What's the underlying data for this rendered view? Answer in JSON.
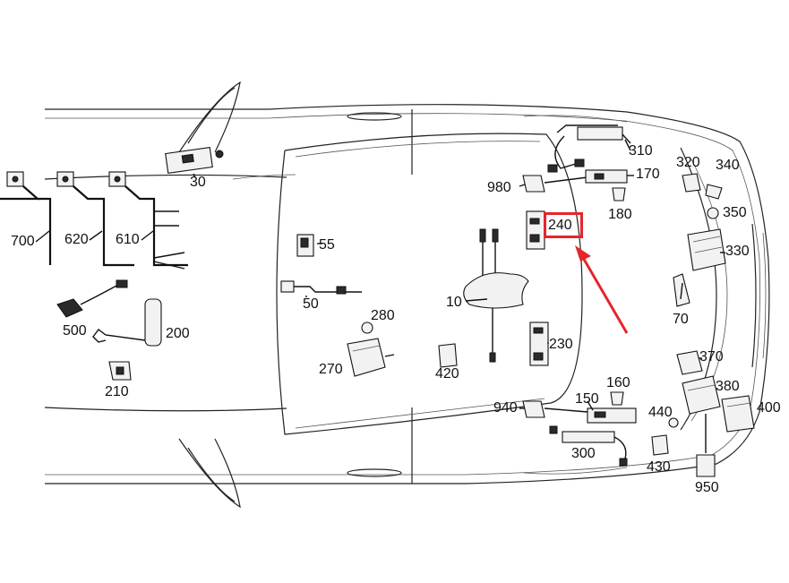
{
  "diagram": {
    "labels": [
      "700",
      "620",
      "610",
      "30",
      "500",
      "200",
      "210",
      "55",
      "50",
      "280",
      "270",
      "420",
      "10",
      "240",
      "230",
      "980",
      "310",
      "170",
      "180",
      "320",
      "340",
      "350",
      "330",
      "70",
      "940",
      "150",
      "160",
      "300",
      "370",
      "380",
      "400",
      "440",
      "430",
      "950"
    ],
    "highlighted_label": "240",
    "highlight_color": "#e6252b",
    "line_color": "#222222"
  }
}
